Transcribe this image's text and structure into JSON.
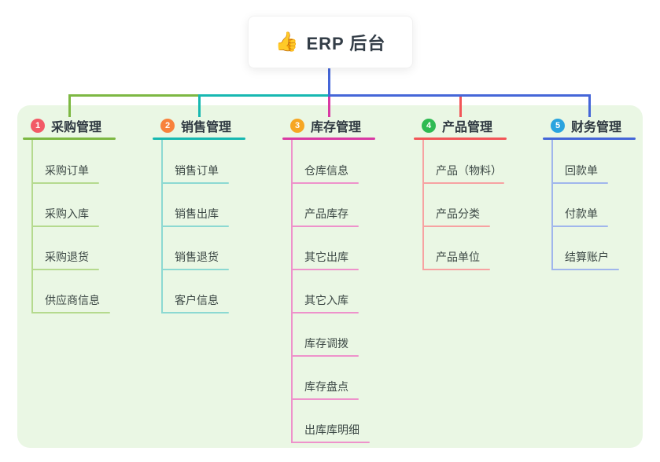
{
  "root": {
    "icon": "👍",
    "label": "ERP 后台",
    "line_color": "#4566d8"
  },
  "panel_color": "#eaf7e4",
  "branches": [
    {
      "num": "1",
      "label": "采购管理",
      "badge_color": "#f25a66",
      "line_color": "#7db843",
      "light_color": "#b5da8e",
      "children": [
        "采购订单",
        "采购入库",
        "采购退货",
        "供应商信息"
      ]
    },
    {
      "num": "2",
      "label": "销售管理",
      "badge_color": "#f8823c",
      "line_color": "#17b8b1",
      "light_color": "#8cd9d2",
      "children": [
        "销售订单",
        "销售出库",
        "销售退货",
        "客户信息"
      ]
    },
    {
      "num": "3",
      "label": "库存管理",
      "badge_color": "#f6a623",
      "line_color": "#d93aa4",
      "light_color": "#ee92cb",
      "children": [
        "仓库信息",
        "产品库存",
        "其它出库",
        "其它入库",
        "库存调拨",
        "库存盘点",
        "出库库明细"
      ]
    },
    {
      "num": "4",
      "label": "产品管理",
      "badge_color": "#2eba52",
      "line_color": "#f25658",
      "light_color": "#f7a2a2",
      "children": [
        "产品（物料）",
        "产品分类",
        "产品单位"
      ]
    },
    {
      "num": "5",
      "label": "财务管理",
      "badge_color": "#2aa4df",
      "line_color": "#4566d8",
      "light_color": "#a0b6ec",
      "children": [
        "回款单",
        "付款单",
        "结算账户"
      ]
    }
  ]
}
